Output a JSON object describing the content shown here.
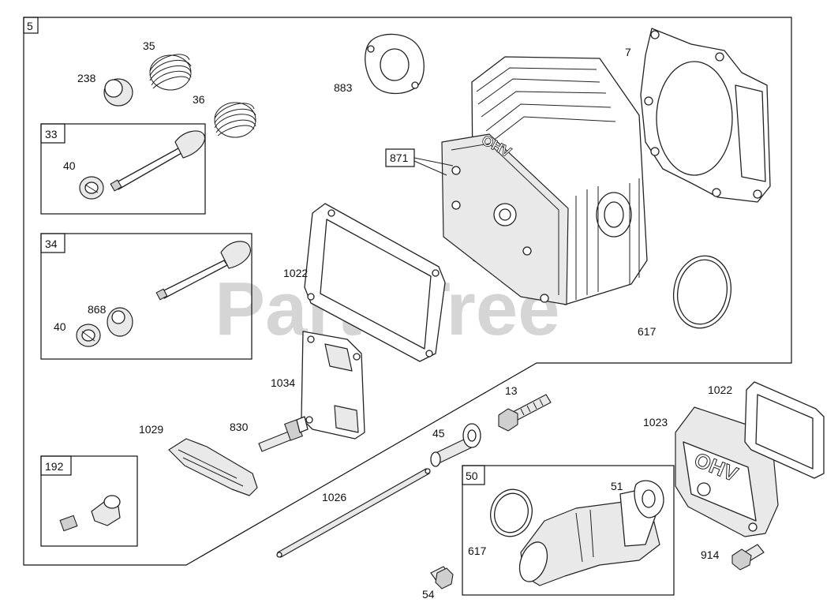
{
  "watermark": "PartsTree",
  "groups": [
    {
      "id": "5"
    },
    {
      "id": "33"
    },
    {
      "id": "34"
    },
    {
      "id": "192"
    },
    {
      "id": "50"
    }
  ],
  "callouts": {
    "p7": "7",
    "p13": "13",
    "p35": "35",
    "p36": "36",
    "p238": "238",
    "p883": "883",
    "p871": "871",
    "p40a": "40",
    "p40b": "40",
    "p868": "868",
    "p1022a": "1022",
    "p1022b": "1022",
    "p617a": "617",
    "p617b": "617",
    "p1034": "1034",
    "p1029": "1029",
    "p830": "830",
    "p45": "45",
    "p1023": "1023",
    "p1026": "1026",
    "p51": "51",
    "p914": "914",
    "p54": "54"
  },
  "cover_text": "OHV"
}
